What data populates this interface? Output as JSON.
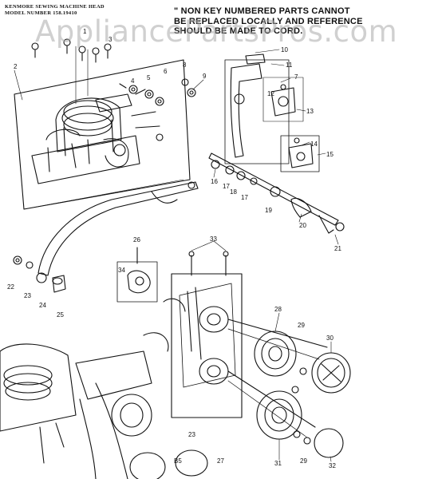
{
  "header": {
    "line1": "KENMORE SEWING MACHINE HEAD",
    "line2": "MODEL NUMBER 158.19410"
  },
  "note": {
    "line1": "\" NON KEY NUMBERED PARTS CANNOT",
    "line2": "BE REPLACED LOCALLY AND REFERENCE",
    "line3": "SHOULD BE MADE TO CORD."
  },
  "watermark": "AppliancePartsPros.com",
  "page_label": "B5",
  "callouts": [
    "1",
    "2",
    "3",
    "4",
    "5",
    "6",
    "7",
    "8",
    "9",
    "10",
    "11",
    "12",
    "13",
    "14",
    "15",
    "16",
    "17",
    "18",
    "17",
    "19",
    "20",
    "21",
    "22",
    "23",
    "24",
    "25",
    "26",
    "33",
    "34",
    "28",
    "29",
    "30",
    "23",
    "27",
    "31",
    "29",
    "32"
  ]
}
